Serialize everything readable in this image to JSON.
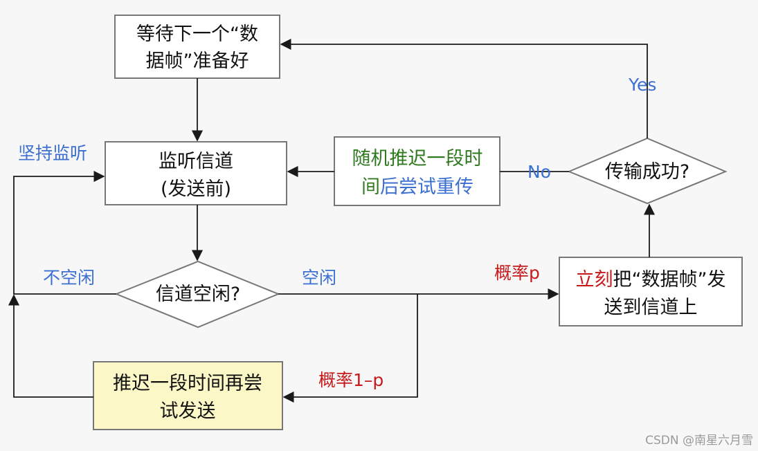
{
  "colors": {
    "background": "#f7f7f7",
    "stroke": "#1a1a1a",
    "blue_label": "#3b6fd1",
    "red_label": "#c8191a",
    "green_text": "#2f7a1f",
    "highlight_fill": "#fbf7c6"
  },
  "nodes": {
    "wait_frame": {
      "line1": "等待下一个“数",
      "line2": "据帧”准备好"
    },
    "listen_channel": {
      "line1": "监听信道",
      "line2": "(发送前)"
    },
    "random_backoff": {
      "line1": "随机推迟一段时",
      "line2_prefix": "间",
      "line2_suffix": "后尝试重传"
    },
    "transmit_success": {
      "text": "传输成功?"
    },
    "channel_idle": {
      "text": "信道空闲?"
    },
    "send_now": {
      "line1_prefix": "立刻",
      "line1_suffix": "把“数据帧”发",
      "line2": "送到信道上"
    },
    "delay_retry": {
      "line1": "推迟一段时间再尝",
      "line2": "试发送"
    }
  },
  "edge_labels": {
    "yes": "Yes",
    "no": "No",
    "persist_listen": "坚持监听",
    "busy": "不空闲",
    "idle": "空闲",
    "prob_p": "概率p",
    "prob_1p": "概率1–p"
  },
  "watermark": "CSDN @南星六月雪"
}
